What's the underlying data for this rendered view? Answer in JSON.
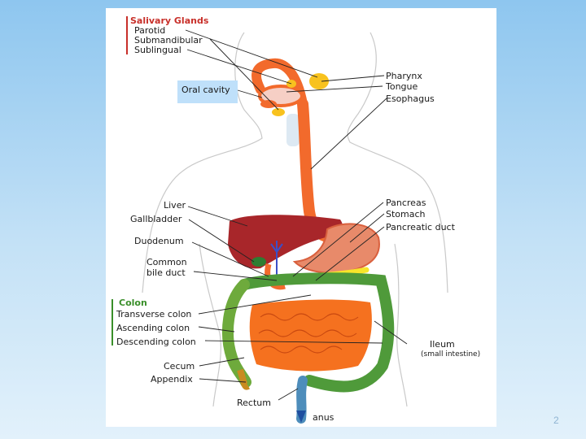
{
  "colors": {
    "red_heading": "#c8302a",
    "green_heading": "#3a8f2a",
    "background": "#a9d6f5"
  },
  "labels": {
    "salivary_glands": "Salivary Glands",
    "parotid": "Parotid",
    "submandibular": "Submandibular",
    "sublingual": "Sublingual",
    "oral_cavity": "Oral cavity",
    "pharynx": "Pharynx",
    "tongue": "Tongue",
    "esophagus": "Esophagus",
    "liver": "Liver",
    "gallbladder": "Gallbladder",
    "duodenum": "Duodenum",
    "common_bile_duct": "Common\nbile duct",
    "pancreas": "Pancreas",
    "stomach": "Stomach",
    "pancreatic_duct": "Pancreatic duct",
    "colon": "Colon",
    "transverse_colon": "Transverse colon",
    "ascending_colon": "Ascending colon",
    "descending_colon": "Descending colon",
    "ileum": "Ileum",
    "small_intestine": "(small intestine)",
    "cecum": "Cecum",
    "appendix": "Appendix",
    "rectum": "Rectum",
    "anus": "anus"
  },
  "page_number": "2"
}
